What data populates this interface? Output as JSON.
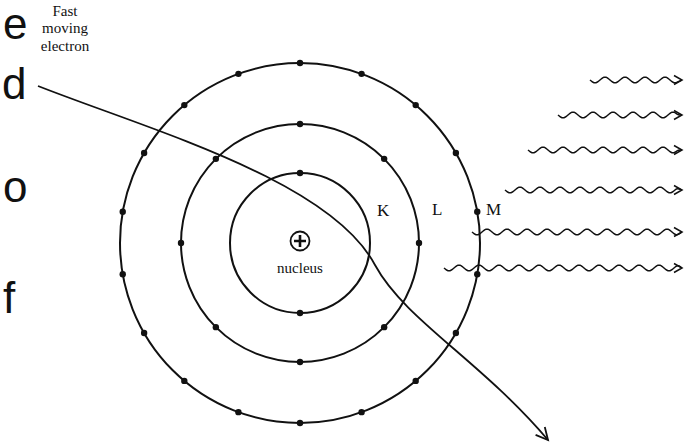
{
  "diagram": {
    "nodes": [
      {
        "text": [
          "nucleus"
        ]
      }
    ],
    "labels": [
      "Fast moving electron",
      "K",
      "L",
      "M",
      "e",
      "d",
      "o",
      "f"
    ]
  }
}
